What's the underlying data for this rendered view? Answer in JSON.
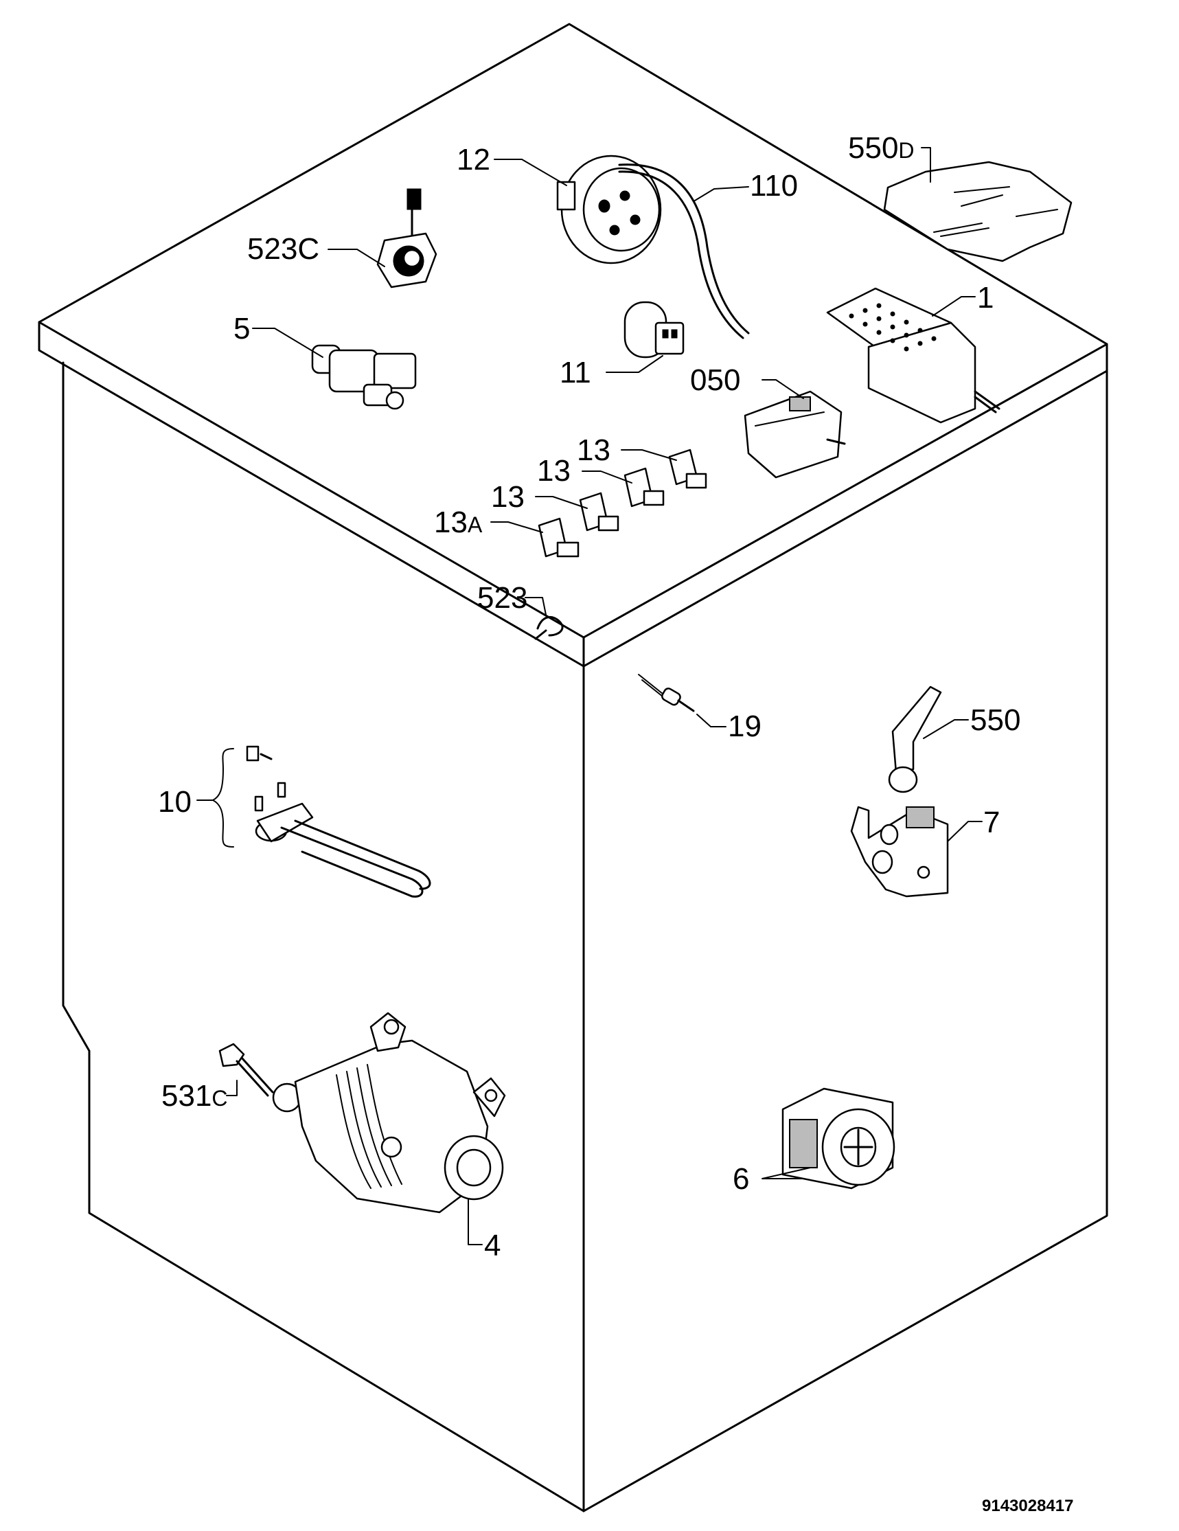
{
  "diagram": {
    "drawing_number": "9143028417",
    "callouts": [
      {
        "id": "c-550D",
        "main": "550",
        "suffix": "D"
      },
      {
        "id": "c-12",
        "main": "12",
        "suffix": ""
      },
      {
        "id": "c-110",
        "main": "110",
        "suffix": ""
      },
      {
        "id": "c-523C",
        "main": "523C",
        "suffix": ""
      },
      {
        "id": "c-1",
        "main": "1",
        "suffix": ""
      },
      {
        "id": "c-5",
        "main": "5",
        "suffix": ""
      },
      {
        "id": "c-11",
        "main": "11",
        "suffix": ""
      },
      {
        "id": "c-050",
        "main": "050",
        "suffix": ""
      },
      {
        "id": "c-13a",
        "main": "13",
        "suffix": ""
      },
      {
        "id": "c-13b",
        "main": "13",
        "suffix": ""
      },
      {
        "id": "c-13c",
        "main": "13",
        "suffix": ""
      },
      {
        "id": "c-13A",
        "main": "13",
        "suffix": "A"
      },
      {
        "id": "c-523",
        "main": "523",
        "suffix": ""
      },
      {
        "id": "c-19",
        "main": "19",
        "suffix": ""
      },
      {
        "id": "c-550",
        "main": "550",
        "suffix": ""
      },
      {
        "id": "c-10",
        "main": "10",
        "suffix": ""
      },
      {
        "id": "c-7",
        "main": "7",
        "suffix": ""
      },
      {
        "id": "c-531C",
        "main": "531",
        "suffix": "C"
      },
      {
        "id": "c-6",
        "main": "6",
        "suffix": ""
      },
      {
        "id": "c-4",
        "main": "4",
        "suffix": ""
      }
    ]
  }
}
